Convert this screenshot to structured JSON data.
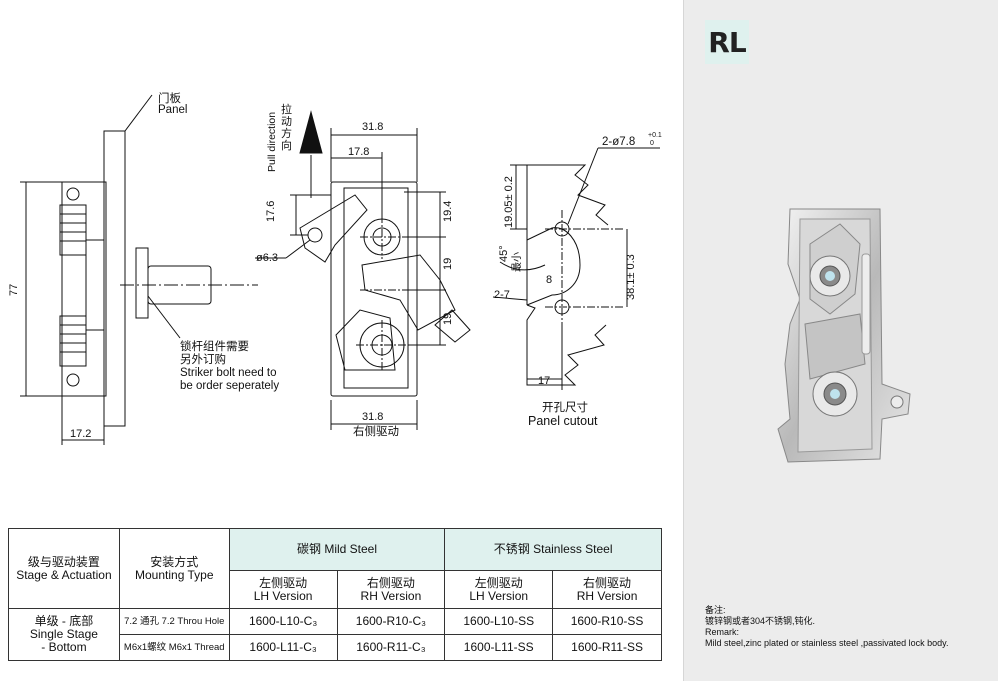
{
  "badge": "RL",
  "drawing": {
    "panel_cn": "门板",
    "panel_en": "Panel",
    "dim_77": "77",
    "dim_17_2": "17.2",
    "striker_cn_1": "锁杆组件需要",
    "striker_cn_2": "另外订购",
    "striker_en_1": "Striker bolt need to",
    "striker_en_2": "be order seperately",
    "pull_cn": "拉动方向",
    "pull_en": "Pull direction",
    "dim_31_8_top": "31.8",
    "dim_17_8": "17.8",
    "dim_17_6": "17.6",
    "dim_19_4": "19.4",
    "dim_19_a": "19",
    "dim_19_b": "19",
    "dim_phi_6_3": "ø6.3",
    "dim_31_8_bottom": "31.8",
    "rh_drive": "右侧驱动",
    "hole_dim": "2-ø7.8",
    "hole_tol_upper": "+0.1",
    "hole_tol_lower": "0",
    "dim_19_05": "19.05± 0.2",
    "dim_38_1": "38.1± 0.3",
    "dim_45": "45°",
    "dim_max": "最小",
    "dim_8": "8",
    "dim_2_7": "2-7",
    "dim_17_cut": "17",
    "cutout_cn": "开孔尺寸",
    "cutout_en": "Panel cutout"
  },
  "table": {
    "stage_cn": "级与驱动装置",
    "stage_en": "Stage & Actuation",
    "mount_cn": "安装方式",
    "mount_en": "Mounting Type",
    "mild_steel": "碳钢 Mild Steel",
    "stainless_steel": "不锈钢 Stainless Steel",
    "lh_cn": "左侧驱动",
    "lh_en": "LH Version",
    "rh_cn": "右侧驱动",
    "rh_en": "RH Version",
    "row_stage_1": "单级 - 底部",
    "row_stage_2": "Single Stage",
    "row_stage_3": "- Bottom",
    "rows": [
      {
        "mount": "7.2 通孔 7.2 Throu Hole",
        "c_lh": "1600-L10-C₃",
        "c_rh": "1600-R10-C₃",
        "s_lh": "1600-L10-SS",
        "s_rh": "1600-R10-SS"
      },
      {
        "mount": "M6x1螺纹 M6x1 Thread",
        "c_lh": "1600-L11-C₃",
        "c_rh": "1600-R11-C₃",
        "s_lh": "1600-L11-SS",
        "s_rh": "1600-R11-SS"
      }
    ]
  },
  "remark": {
    "cn_title": "备注:",
    "cn_text": "镀锌钢或者304不锈钢,钝化.",
    "en_title": "Remark:",
    "en_text": "Mild steel,zinc plated or stainless steel ,passivated lock body."
  }
}
